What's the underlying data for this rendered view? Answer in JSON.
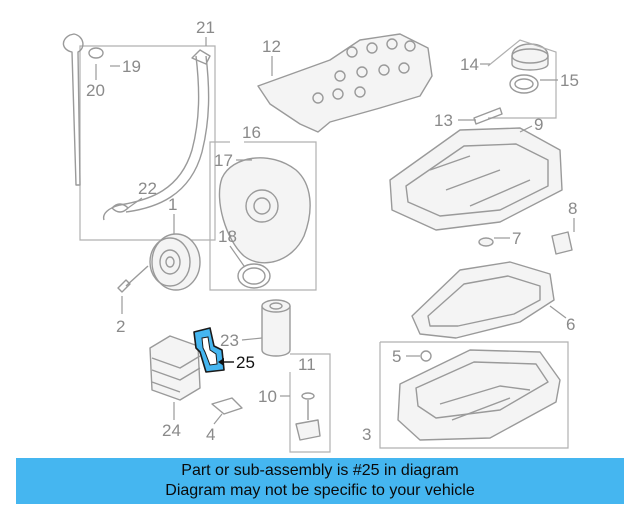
{
  "callouts": {
    "c1": "1",
    "c2": "2",
    "c3": "3",
    "c4": "4",
    "c5": "5",
    "c6": "6",
    "c7": "7",
    "c8": "8",
    "c9": "9",
    "c10": "10",
    "c11": "11",
    "c12": "12",
    "c13": "13",
    "c14": "14",
    "c15": "15",
    "c16": "16",
    "c17": "17",
    "c18": "18",
    "c19": "19",
    "c20": "20",
    "c21": "21",
    "c22": "22",
    "c23": "23",
    "c24": "24",
    "c25": "25"
  },
  "highlight": {
    "part": "25",
    "color": "#45b6f0"
  },
  "banner": {
    "line1": "Part or sub-assembly is #25 in diagram",
    "line2": "Diagram may not be specific to your vehicle"
  }
}
